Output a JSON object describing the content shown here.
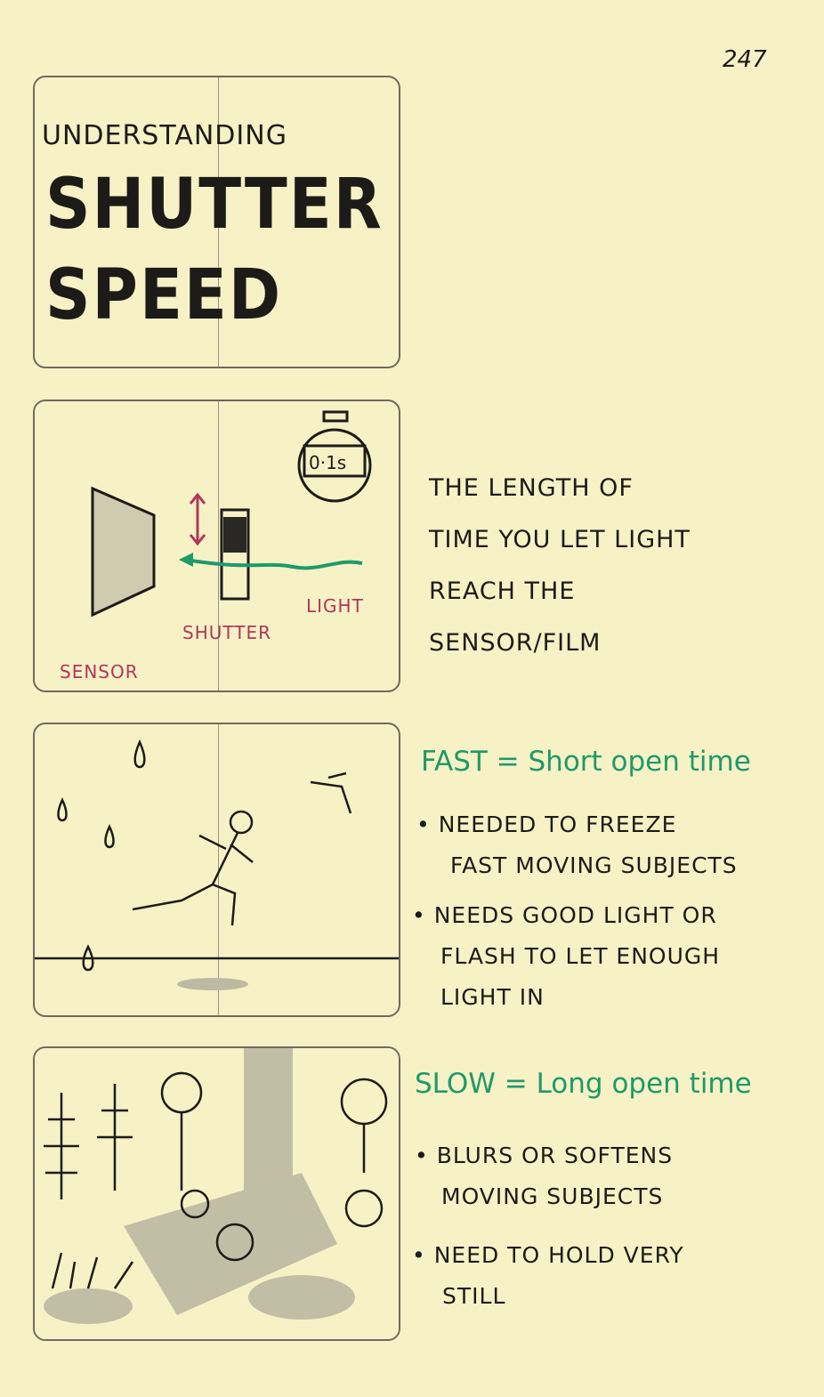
{
  "page_number": "247",
  "title": {
    "line1": "UNDERSTANDING",
    "line2": "SHUTTER",
    "line3": "SPEED"
  },
  "diagram": {
    "stopwatch": "0·1s",
    "labels": {
      "light": "LIGHT",
      "shutter": "SHUTTER",
      "sensor": "SENSOR"
    }
  },
  "definition": [
    "THE LENGTH OF",
    "TIME YOU LET LIGHT",
    "REACH THE",
    "SENSOR/FILM"
  ],
  "fast": {
    "heading": "FAST = Short open time",
    "bullets": [
      [
        "• NEEDED TO FREEZE",
        "FAST MOVING SUBJECTS"
      ],
      [
        "• NEEDS GOOD LIGHT OR",
        "FLASH TO LET ENOUGH",
        "LIGHT IN"
      ]
    ]
  },
  "slow": {
    "heading": "SLOW = Long open time",
    "bullets": [
      [
        "• BLURS OR SOFTENS",
        "MOVING SUBJECTS"
      ],
      [
        "• NEED TO HOLD VERY",
        "STILL"
      ]
    ]
  },
  "colors": {
    "paper": "#f7f1c6",
    "label": "#b0375a",
    "accent": "#1e9a6a"
  }
}
